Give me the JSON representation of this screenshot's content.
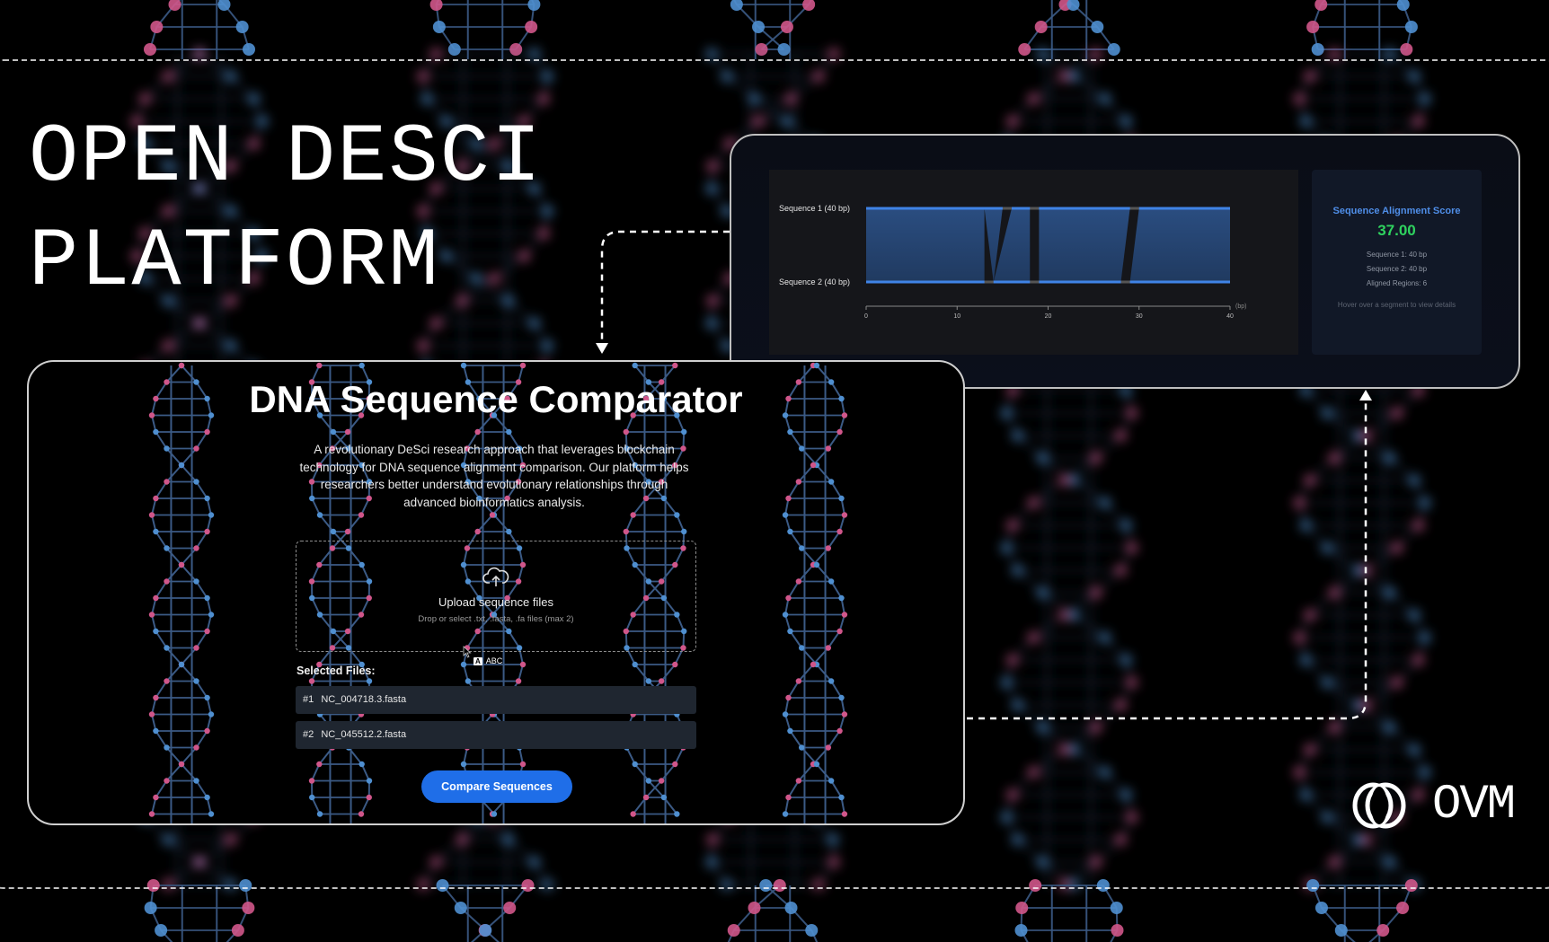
{
  "banner": {
    "title_line1": "OPEN DESCI",
    "title_line2": "PLATFORM",
    "logo_text": "OVM"
  },
  "app": {
    "title": "DNA Sequence Comparator",
    "description": "A revolutionary DeSci research approach that leverages blockchain technology for DNA sequence alignment comparison. Our platform helps researchers better understand evolutionary relationships through advanced bioinformatics analysis.",
    "upload": {
      "title": "Upload sequence files",
      "subtitle": "Drop or select .txt, .fasta, .fa files (max 2)",
      "icon": "cloud-upload-icon"
    },
    "ime_indicator": {
      "badge": "A",
      "label": "ABC"
    },
    "selected_files_label": "Selected Files:",
    "files": [
      {
        "index": "#1",
        "name": "NC_004718.3.fasta"
      },
      {
        "index": "#2",
        "name": "NC_045512.2.fasta"
      }
    ],
    "compare_button": "Compare Sequences"
  },
  "results": {
    "seq1_label": "Sequence 1 (40 bp)",
    "seq2_label": "Sequence 2 (40 bp)",
    "score_title": "Sequence Alignment Score",
    "score_value": "37.00",
    "seq1_length": "Sequence 1: 40 bp",
    "seq2_length": "Sequence 2: 40 bp",
    "aligned_regions": "Aligned Regions: 6",
    "hint": "Hover over a segment to view details",
    "axis_unit": "(bp)"
  },
  "colors": {
    "accent_blue": "#1f6ee8",
    "bar_blue": "#3f83e6",
    "score_green": "#2fd35f",
    "title_blue": "#4f8ee8",
    "helix_blue": "#4f8fd0",
    "helix_pink": "#d0568a"
  },
  "chart_data": {
    "type": "alignment",
    "title": "Sequence Alignment",
    "xlabel": "(bp)",
    "x_ticks": [
      0,
      10,
      20,
      30,
      40
    ],
    "xlim": [
      0,
      40
    ],
    "sequences": [
      {
        "name": "Sequence 1",
        "length_bp": 40,
        "segments": [
          [
            0,
            15
          ],
          [
            16,
            18
          ],
          [
            19,
            29
          ],
          [
            30,
            40
          ]
        ]
      },
      {
        "name": "Sequence 2",
        "length_bp": 40,
        "segments": [
          [
            0,
            13
          ],
          [
            14,
            18
          ],
          [
            19,
            28
          ],
          [
            29,
            40
          ]
        ]
      }
    ],
    "aligned_regions": [
      {
        "seq1": [
          0,
          13
        ],
        "seq2": [
          0,
          13
        ]
      },
      {
        "seq1": [
          13,
          15
        ],
        "seq2": [
          14,
          14
        ]
      },
      {
        "seq1": [
          16,
          18
        ],
        "seq2": [
          14,
          18
        ]
      },
      {
        "seq1": [
          19,
          28
        ],
        "seq2": [
          19,
          28
        ]
      },
      {
        "seq1": [
          28,
          29
        ],
        "seq2": [
          28,
          28
        ]
      },
      {
        "seq1": [
          30,
          40
        ],
        "seq2": [
          29,
          40
        ]
      }
    ],
    "score": 37.0,
    "aligned_region_count": 6
  }
}
